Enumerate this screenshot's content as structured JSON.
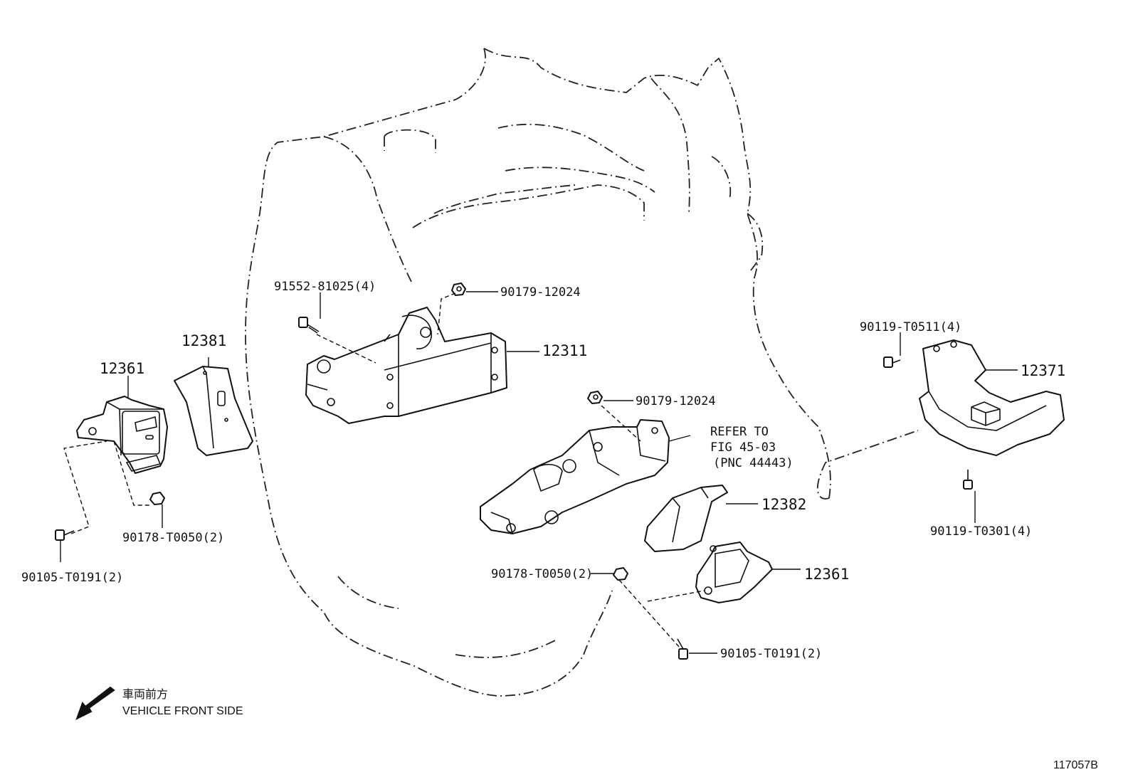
{
  "diagram": {
    "parts": {
      "p12311": "12311",
      "p12381": "12381",
      "p12361_left": "12361",
      "p12371": "12371",
      "p12382": "12382",
      "p12361_right": "12361"
    },
    "fasteners": {
      "f91552": "91552-81025(4)",
      "f90179_top": "90179-12024",
      "f90179_mid": "90179-12024",
      "f90119_top": "90119-T0511(4)",
      "f90119_bottom": "90119-T0301(4)",
      "f90178_left": "90178-T0050(2)",
      "f90105_left": "90105-T0191(2)",
      "f90178_right": "90178-T0050(2)",
      "f90105_right": "90105-T0191(2)"
    },
    "refer": {
      "line1": "REFER TO",
      "line2": "FIG 45-03",
      "line3": "(PNC 44443)"
    },
    "direction": {
      "japanese": "車両前方",
      "english": "VEHICLE FRONT SIDE"
    },
    "figure_id": "117057B"
  }
}
